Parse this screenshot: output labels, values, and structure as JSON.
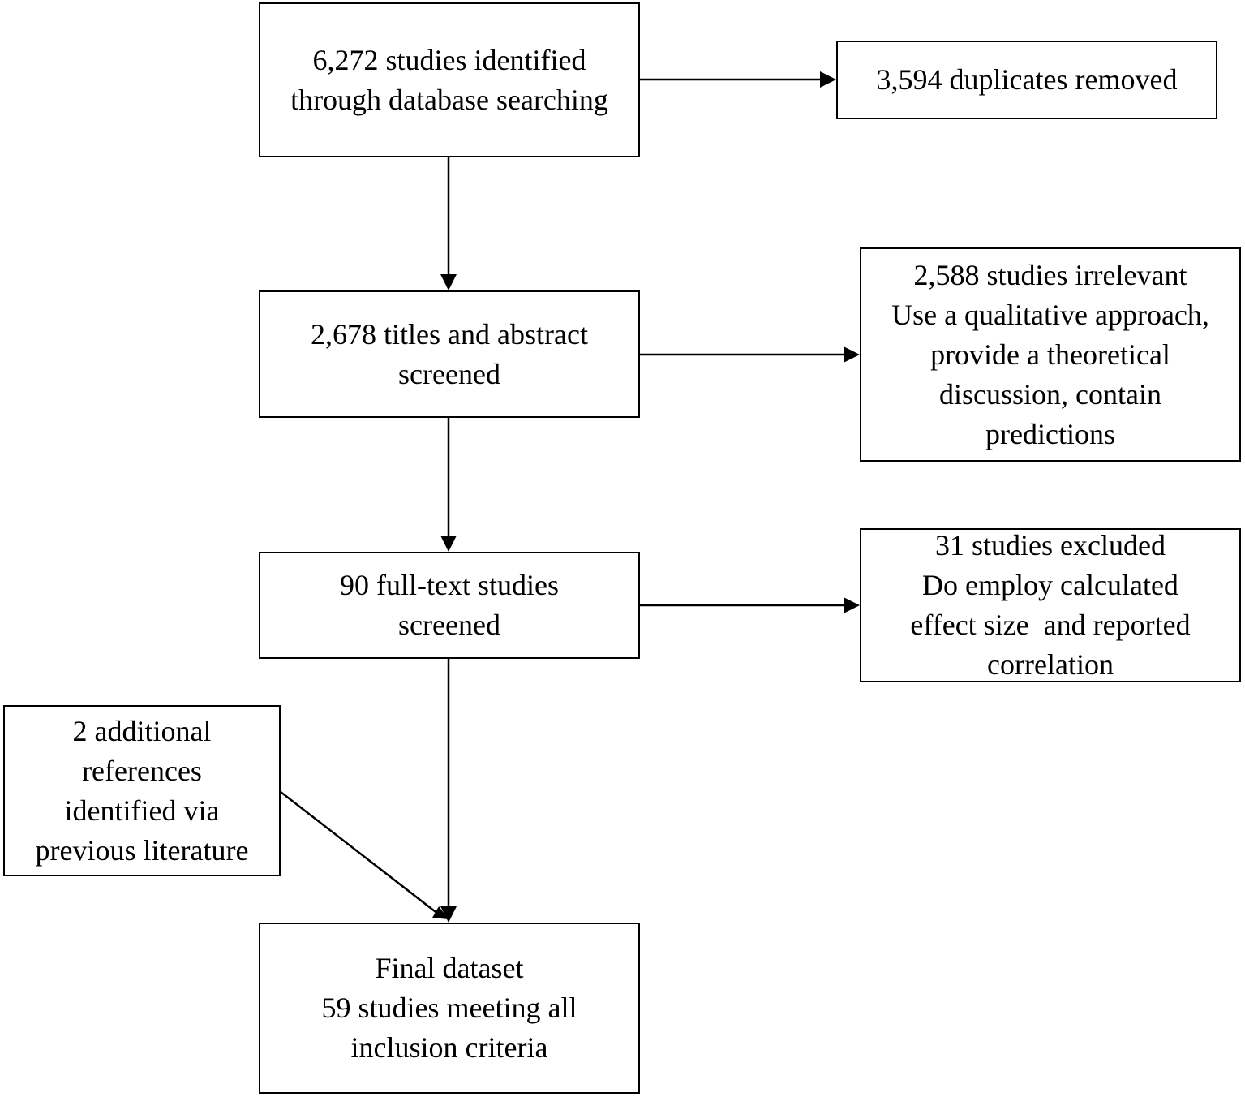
{
  "boxes": {
    "identified": {
      "lines": [
        "6,272 studies identified",
        "through database searching"
      ]
    },
    "duplicates": {
      "lines": [
        "3,594 duplicates removed"
      ]
    },
    "title_abstract": {
      "lines": [
        "2,678 titles and abstract",
        "screened"
      ]
    },
    "irrelevant": {
      "lines": [
        "2,588 studies irrelevant",
        "Use a qualitative approach,",
        "provide a theoretical",
        "discussion, contain",
        "predictions"
      ]
    },
    "full_text": {
      "lines": [
        "90 full-text studies",
        "screened"
      ]
    },
    "excluded": {
      "lines": [
        "31 studies excluded",
        "Do employ calculated",
        "effect size  and reported",
        "correlation"
      ]
    },
    "additional": {
      "lines": [
        "2 additional",
        "references",
        "identified via",
        "previous literature"
      ]
    },
    "final": {
      "lines": [
        "Final dataset",
        "59 studies meeting all",
        "inclusion criteria"
      ]
    }
  },
  "colors": {
    "stroke": "#000000",
    "background": "#ffffff"
  }
}
